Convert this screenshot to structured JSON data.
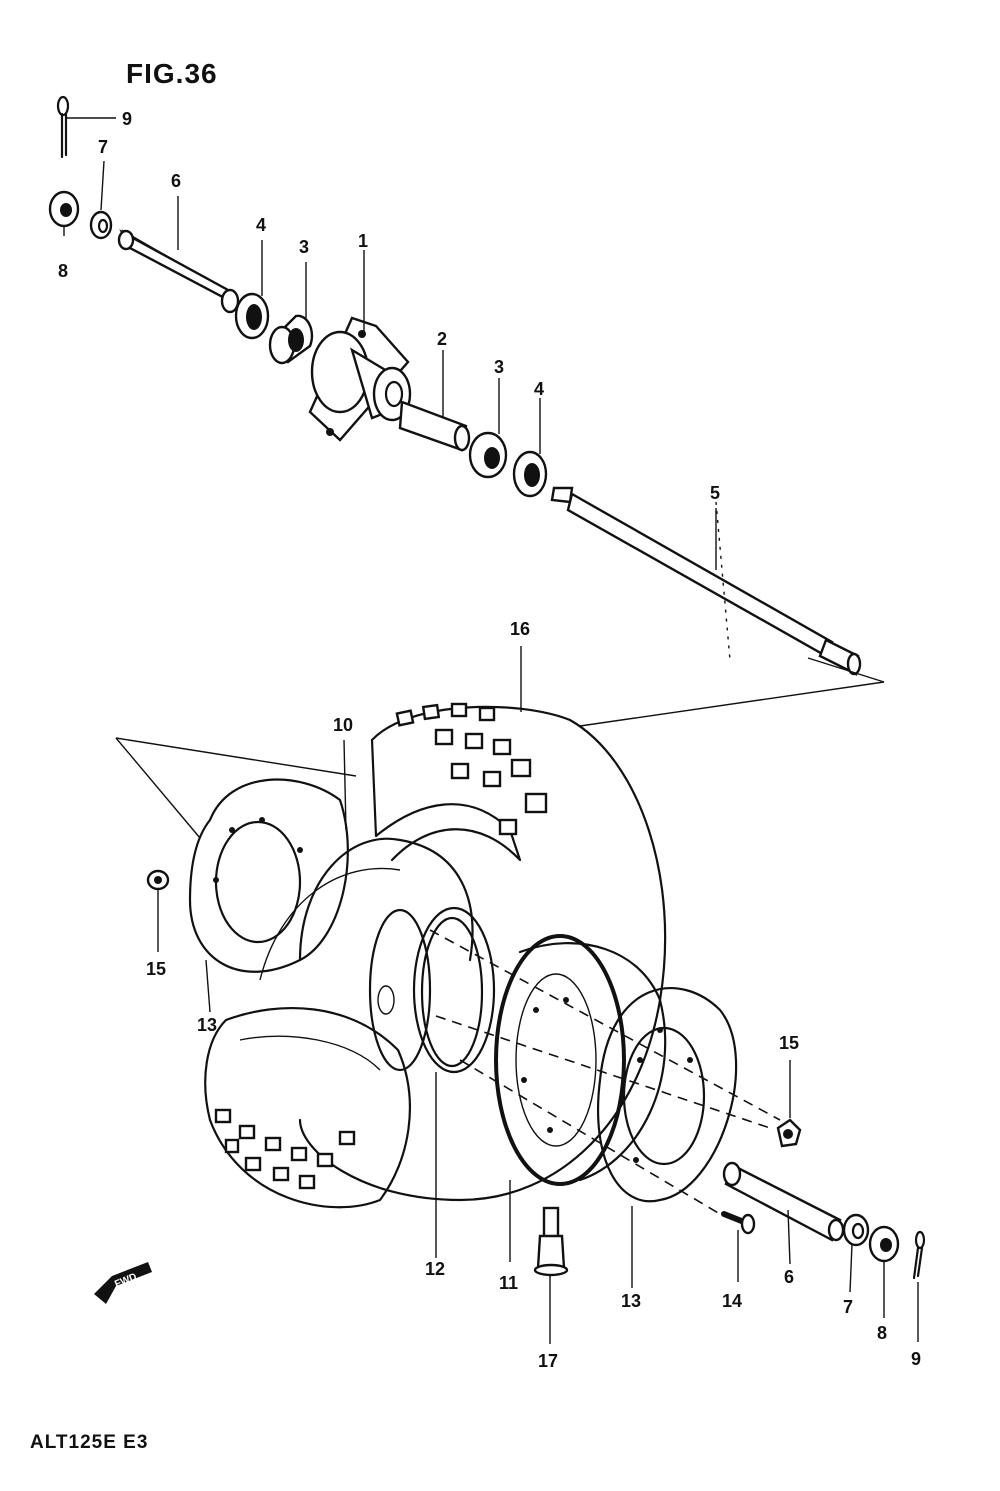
{
  "figure": {
    "title": "FIG.36",
    "model_code": "ALT125E E3",
    "fwd_badge": "FWD"
  },
  "callouts": [
    {
      "id": "c9a",
      "text": "9"
    },
    {
      "id": "c7a",
      "text": "7"
    },
    {
      "id": "c6a",
      "text": "6"
    },
    {
      "id": "c8a",
      "text": "8"
    },
    {
      "id": "c4a",
      "text": "4"
    },
    {
      "id": "c3a",
      "text": "3"
    },
    {
      "id": "c1",
      "text": "1"
    },
    {
      "id": "c2",
      "text": "2"
    },
    {
      "id": "c3b",
      "text": "3"
    },
    {
      "id": "c4b",
      "text": "4"
    },
    {
      "id": "c5",
      "text": "5"
    },
    {
      "id": "c16",
      "text": "16"
    },
    {
      "id": "c10",
      "text": "10"
    },
    {
      "id": "c15a",
      "text": "15"
    },
    {
      "id": "c13a",
      "text": "13"
    },
    {
      "id": "c15b",
      "text": "15"
    },
    {
      "id": "c12",
      "text": "12"
    },
    {
      "id": "c11",
      "text": "11"
    },
    {
      "id": "c13b",
      "text": "13"
    },
    {
      "id": "c14",
      "text": "14"
    },
    {
      "id": "c6b",
      "text": "6"
    },
    {
      "id": "c7b",
      "text": "7"
    },
    {
      "id": "c8b",
      "text": "8"
    },
    {
      "id": "c9b",
      "text": "9"
    },
    {
      "id": "c17",
      "text": "17"
    }
  ]
}
